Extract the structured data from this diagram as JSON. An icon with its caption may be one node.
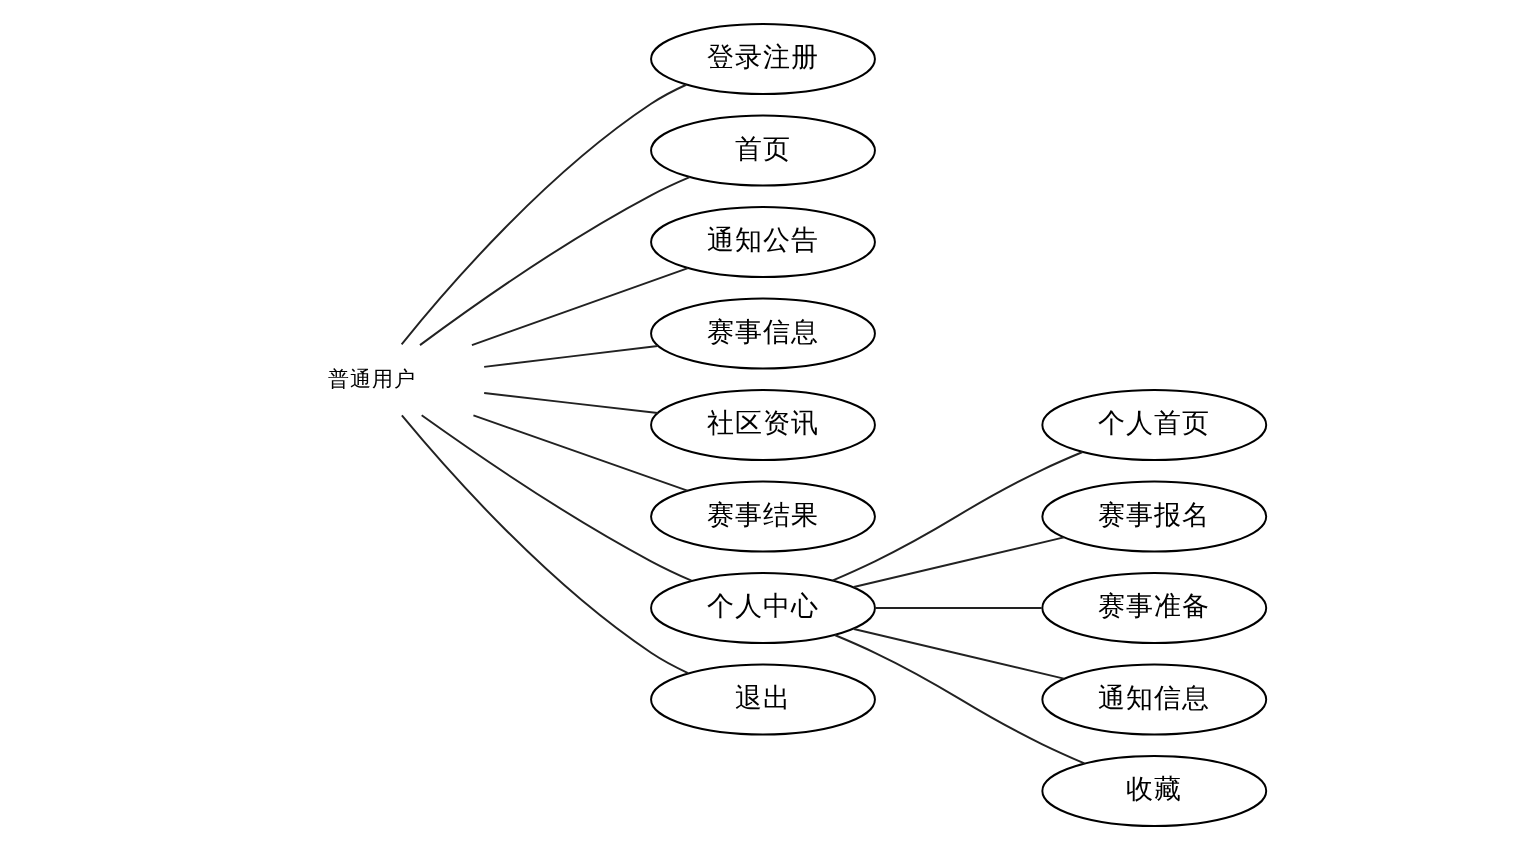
{
  "diagram": {
    "nodes": [
      {
        "text": [
          "普通用户"
        ]
      },
      {
        "text": [
          "登录注册"
        ]
      },
      {
        "text": [
          "首页"
        ]
      },
      {
        "text": [
          "通知公告"
        ]
      },
      {
        "text": [
          "赛事信息"
        ]
      },
      {
        "text": [
          "社区资讯"
        ]
      },
      {
        "text": [
          "赛事结果"
        ]
      },
      {
        "text": [
          "个人中心"
        ]
      },
      {
        "text": [
          "退出"
        ]
      },
      {
        "text": [
          "个人首页"
        ]
      },
      {
        "text": [
          "赛事报名"
        ]
      },
      {
        "text": [
          "赛事准备"
        ]
      },
      {
        "text": [
          "通知信息"
        ]
      },
      {
        "text": [
          "收藏"
        ]
      }
    ],
    "edges": [
      {
        "from": 0,
        "to": 1,
        "arrow": "none"
      },
      {
        "from": 0,
        "to": 2,
        "arrow": "none"
      },
      {
        "from": 0,
        "to": 3,
        "arrow": "none"
      },
      {
        "from": 0,
        "to": 4,
        "arrow": "none"
      },
      {
        "from": 0,
        "to": 5,
        "arrow": "none"
      },
      {
        "from": 0,
        "to": 6,
        "arrow": "none"
      },
      {
        "from": 0,
        "to": 7,
        "arrow": "none"
      },
      {
        "from": 0,
        "to": 8,
        "arrow": "none"
      },
      {
        "from": 7,
        "to": 9,
        "arrow": "none"
      },
      {
        "from": 7,
        "to": 10,
        "arrow": "none"
      },
      {
        "from": 7,
        "to": 11,
        "arrow": "none"
      },
      {
        "from": 7,
        "to": 12,
        "arrow": "none"
      },
      {
        "from": 7,
        "to": 13,
        "arrow": "none"
      }
    ]
  }
}
